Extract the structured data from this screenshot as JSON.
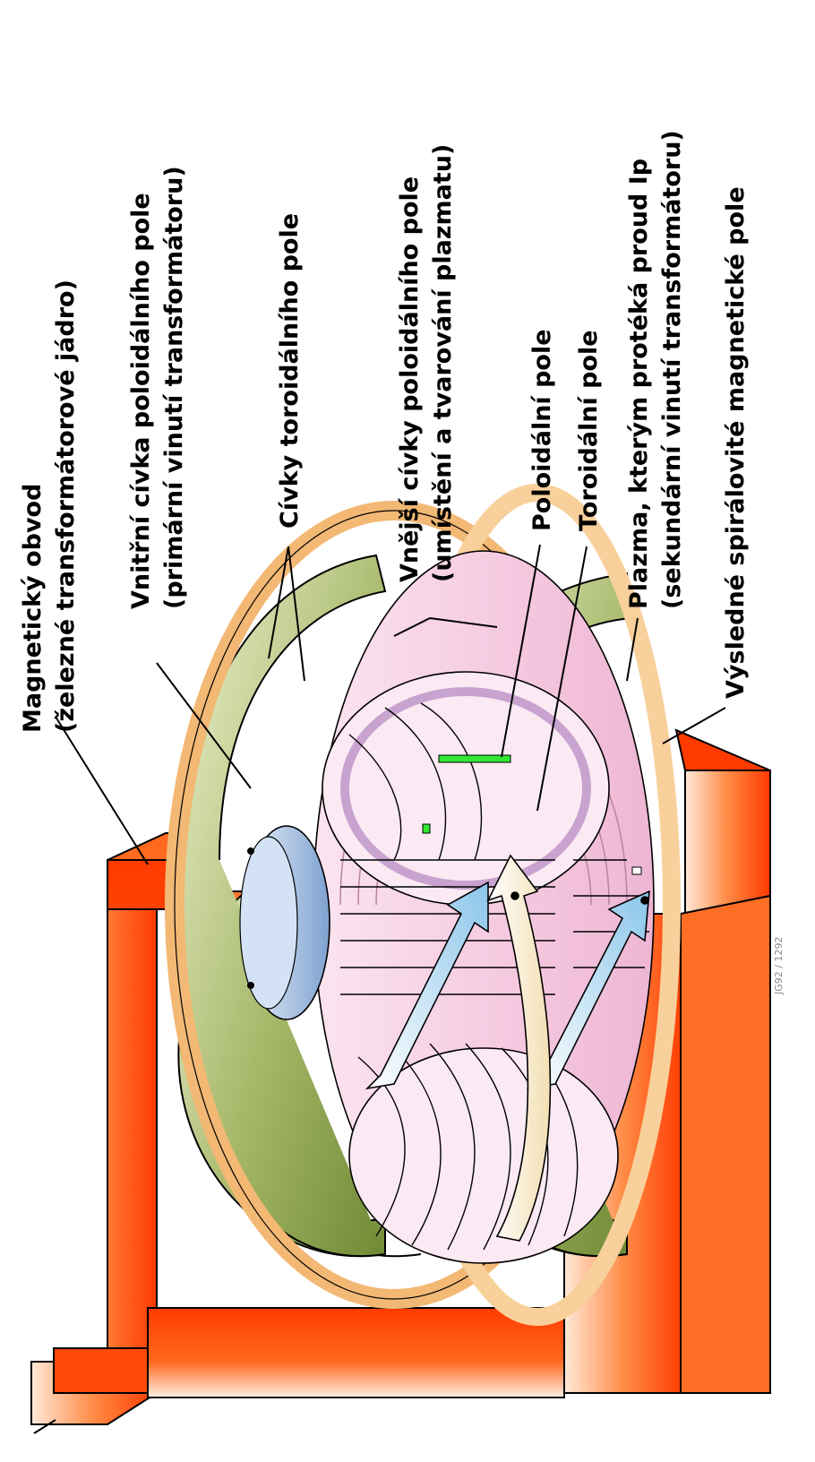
{
  "labels": {
    "magnetic_circuit_line1": "Magnetický obvod",
    "magnetic_circuit_line2": "(železné transformátorové jádro)",
    "inner_coil_line1": "Vnitřní cívka poloidálního pole",
    "inner_coil_line2": "(primární vinutí transformátoru)",
    "toroidal_coils": "Cívky toroidálního pole",
    "outer_coils_line1": "Vnější cívky poloidálního pole",
    "outer_coils_line2": "(umístění a tvarování plazmatu)",
    "poloidal_field": "Poloidální pole",
    "toroidal_field": "Toroidální pole",
    "plasma_line1": "Plazma, kterým protéká proud Ip",
    "plasma_line2": "(sekundární vinutí transformátoru)",
    "helical_field": "Výsledné spirálovité magnetické pole",
    "credit": "JG92 / 1292"
  },
  "colors": {
    "iron_core": "#ff4500",
    "toroidal_coil": "#8fa64a",
    "poloidal_coil_outer": "#f6c98f",
    "plasma": "#f7d2e6",
    "inner_coil": "#a9c4e6",
    "field_arrow": "#a7d3ef",
    "current_arrow": "#fdf0d4"
  }
}
